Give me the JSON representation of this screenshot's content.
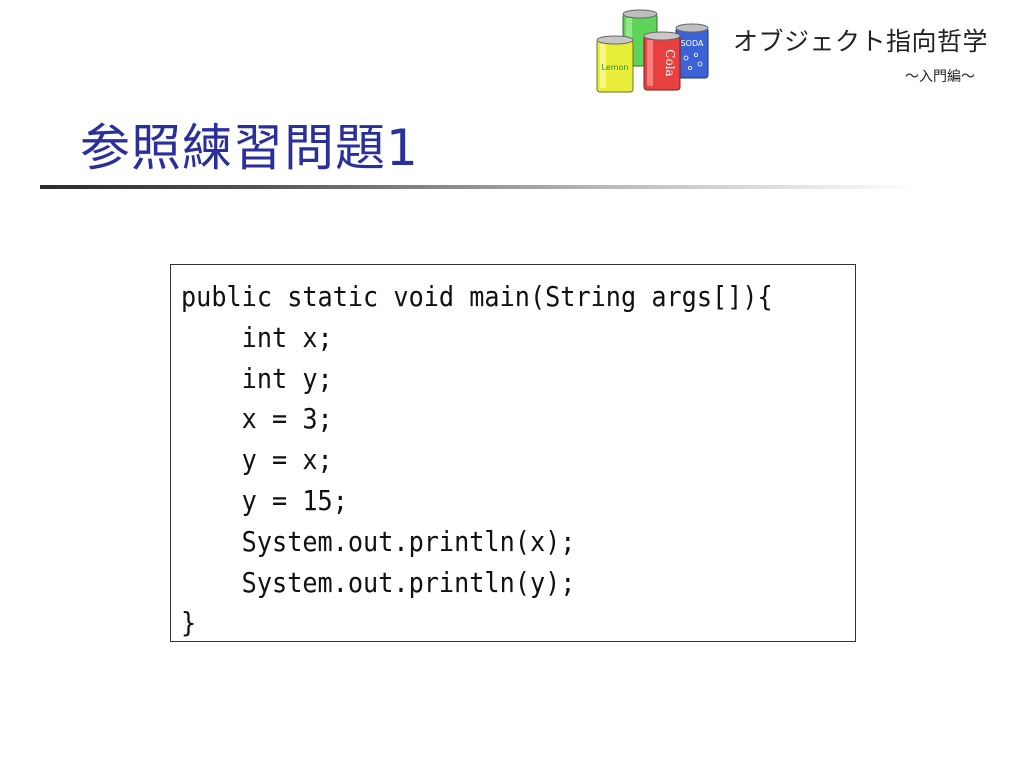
{
  "header": {
    "brand_title": "オブジェクト指向哲学",
    "brand_subtitle": "～入門編～",
    "logo_can_labels": {
      "lemon": "Lemon",
      "cola": "Cola",
      "soda": "SODA"
    },
    "colors": {
      "title": "#2b2f9c",
      "can_green": "#5fd35a",
      "can_yellow": "#e8ee3a",
      "can_red": "#e8413f",
      "can_blue": "#3d62d6"
    }
  },
  "slide": {
    "title": "参照練習問題1"
  },
  "code": {
    "lines": [
      "public static void main(String args[]){",
      "    int x;",
      "    int y;",
      "    x = 3;",
      "    y = x;",
      "    y = 15;",
      "    System.out.println(x);",
      "    System.out.println(y);",
      "}"
    ]
  }
}
